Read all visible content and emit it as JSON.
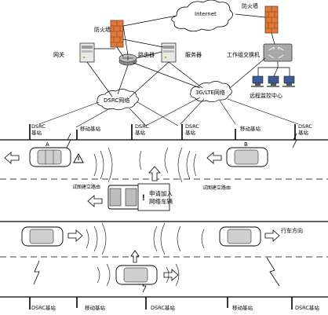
{
  "network": {
    "internet": "Internet",
    "firewall_left": "防火墙",
    "firewall_right": "防火墙",
    "gateway": "网关",
    "router": "路由器",
    "server": "服务器",
    "switch": "工作组交换机",
    "monitor_center": "远程监控中心",
    "dsrc_net": "DSRC网络",
    "lte_net": "3G/LTE网络"
  },
  "stations_top": [
    {
      "label": "DSRC\n基站"
    },
    {
      "label": "移动基站"
    },
    {
      "label": "DSRC\n基站"
    },
    {
      "label": "移动基站"
    },
    {
      "label": "DSRC\n基站"
    }
  ],
  "stations_top_lines": {
    "s1a": "DSRC",
    "s1b": "基站",
    "s2": "移动基站",
    "s3a": "DSRC",
    "s3b": "基站",
    "s4": "移动基站",
    "s5a": "DSRC",
    "s5b": "基站"
  },
  "stations_bottom": {
    "b1": "DSRC基站",
    "b2": "移动基站",
    "b3": "DSRC基站",
    "b4": "移动基站",
    "b5": "DSRC基站"
  },
  "road": {
    "label_a": "A",
    "label_b": "B",
    "route_left": "试图建立路由",
    "route_right": "试图建立路由",
    "apply_join_1": "申请加入",
    "apply_join_2": "网络车辆",
    "direction": "行车方向"
  }
}
